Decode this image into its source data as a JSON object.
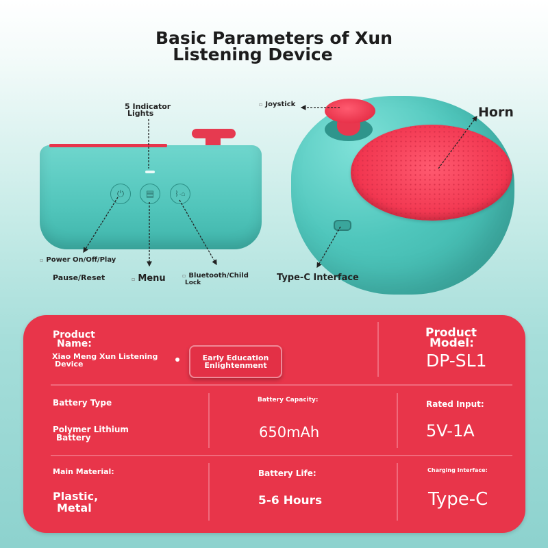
{
  "title": {
    "line1": "Basic Parameters of Xun",
    "line2": "Listening Device"
  },
  "callouts": {
    "indicator_line1": "5 Indicator",
    "indicator_line2": "Lights",
    "joystick": "Joystick",
    "horn": "Horn",
    "power": "Power On/Off/Play",
    "pause": "Pause/Reset",
    "menu": "Menu",
    "bt_line1": "Bluetooth/Child",
    "bt_line2": "Lock",
    "typec_interface": "Type-C Interface"
  },
  "specs": {
    "product_name_label_1": "Product",
    "product_name_label_2": "Name:",
    "product_name_value_1": "Xiao Meng Xun Listening",
    "product_name_value_2": "Device",
    "tag_line1": "Early Education",
    "tag_line2": "Enlightenment",
    "model_label_1": "Product",
    "model_label_2": "Model:",
    "model_value": "DP-SL1",
    "battery_type_label": "Battery Type",
    "battery_type_value_1": "Polymer Lithium",
    "battery_type_value_2": "Battery",
    "capacity_label": "Battery Capacity:",
    "capacity_value": "650mAh",
    "rated_input_label": "Rated Input:",
    "rated_input_value": "5V-1A",
    "material_label": "Main Material:",
    "material_value_1": "Plastic,",
    "material_value_2": "Metal",
    "life_label": "Battery Life:",
    "life_value": "5-6 Hours",
    "charging_label": "Charging Interface:",
    "charging_value": "Type-C"
  },
  "colors": {
    "panel_red": "#e8354a",
    "device_teal": "#51c5bb",
    "speaker_red": "#f0334d"
  },
  "icons": [
    "power-icon",
    "menu-icon",
    "bluetooth-lock-icon"
  ]
}
